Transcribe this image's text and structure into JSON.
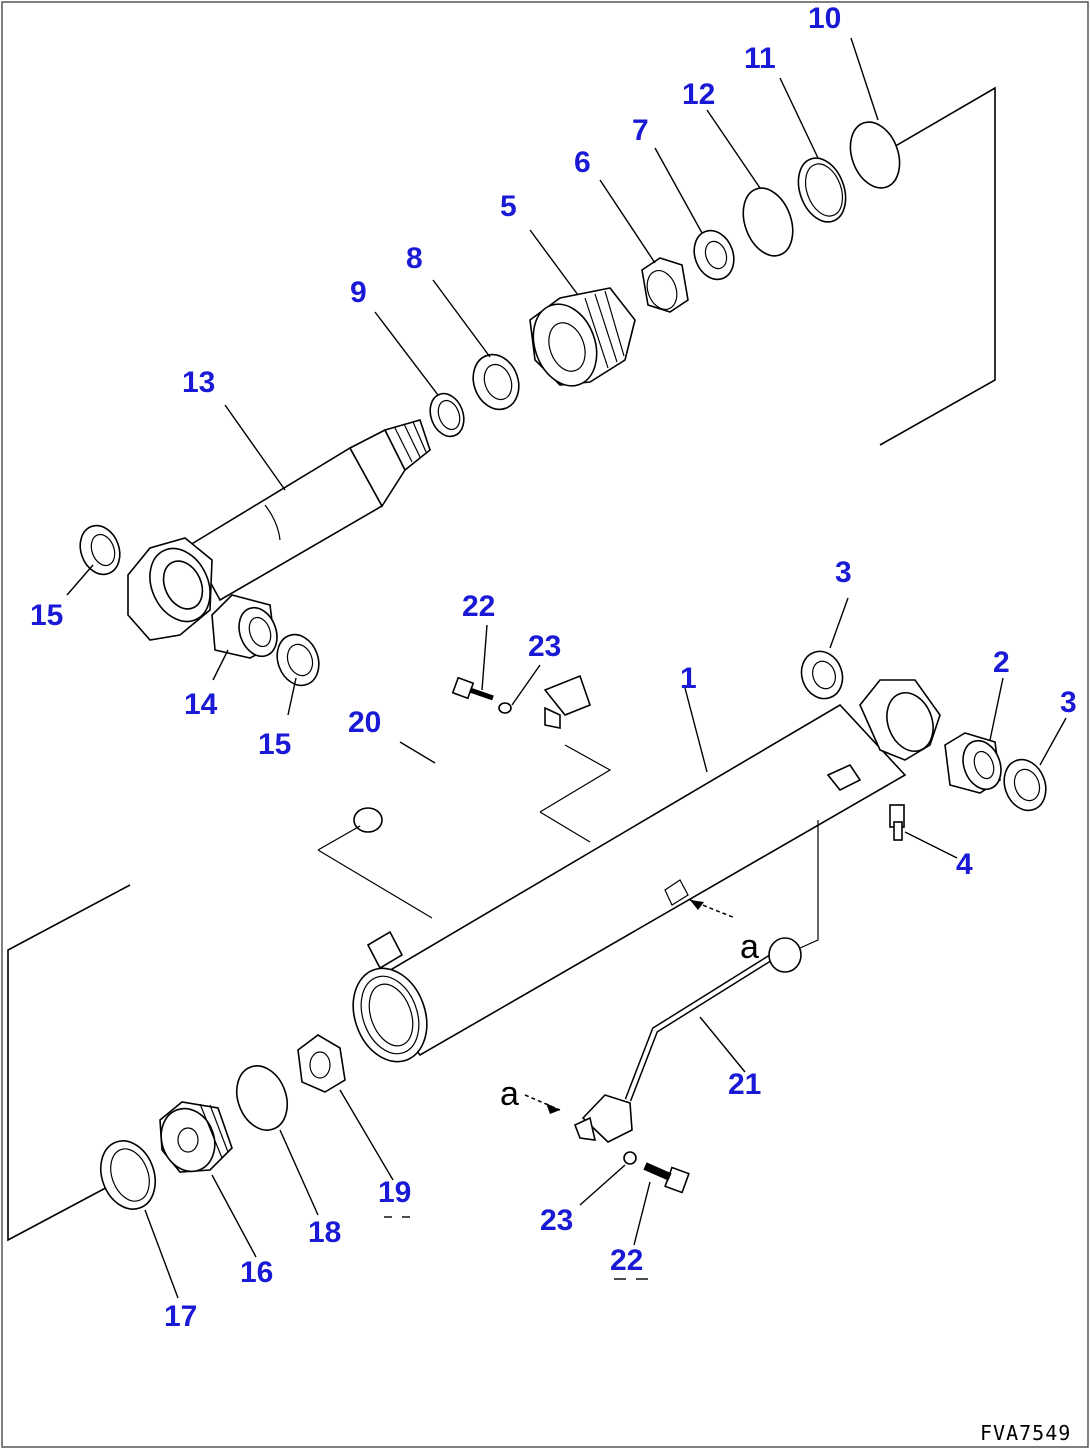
{
  "diagram": {
    "callouts": {
      "c1": "1",
      "c2": "2",
      "c3a": "3",
      "c3b": "3",
      "c4": "4",
      "c5": "5",
      "c6": "6",
      "c7": "7",
      "c8": "8",
      "c9": "9",
      "c10": "10",
      "c11": "11",
      "c12": "12",
      "c13": "13",
      "c14": "14",
      "c15a": "15",
      "c15b": "15",
      "c16": "16",
      "c17": "17",
      "c18": "18",
      "c19": "19",
      "c20": "20",
      "c21": "21",
      "c22a": "22",
      "c22b": "22",
      "c23a": "23",
      "c23b": "23"
    },
    "ref_marks": {
      "a1": "a",
      "a2": "a"
    },
    "drawing_code": "FVA7549"
  }
}
